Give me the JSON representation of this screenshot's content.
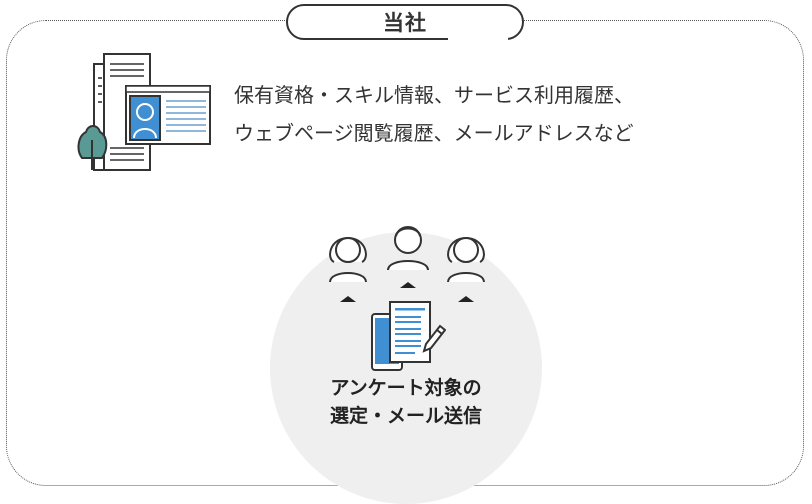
{
  "header": {
    "title": "当社"
  },
  "company_info": {
    "line1": "保有資格・スキル情報、サービス利用履歴、",
    "line2": "ウェブページ閲覧履歴、メールアドレスなど"
  },
  "action": {
    "line1": "アンケート対象の",
    "line2": "選定・メール送信"
  },
  "colors": {
    "accent_blue": "#3f8fd2",
    "tree_teal": "#5a9a94",
    "circle_gray": "#efefef",
    "line_dark": "#333333"
  },
  "icons": [
    "building-icon",
    "id-card-icon",
    "tree-icon",
    "person-icon",
    "tablet-icon",
    "document-icon",
    "pen-icon"
  ]
}
